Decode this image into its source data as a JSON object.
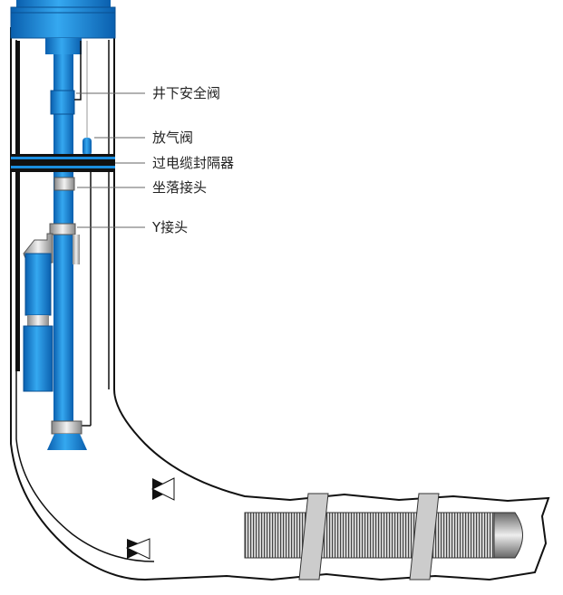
{
  "labels": {
    "safety_valve": "井下安全阀",
    "bleed_valve": "放气阀",
    "packer": "过电缆封隔器",
    "landing_nipple": "坐落接头",
    "y_tool": "Y接头"
  },
  "colors": {
    "tool_blue": "#1a8ee0",
    "tool_dark": "#0a5fae",
    "metal_grey": "#c8c8c8",
    "outline": "#111111"
  }
}
